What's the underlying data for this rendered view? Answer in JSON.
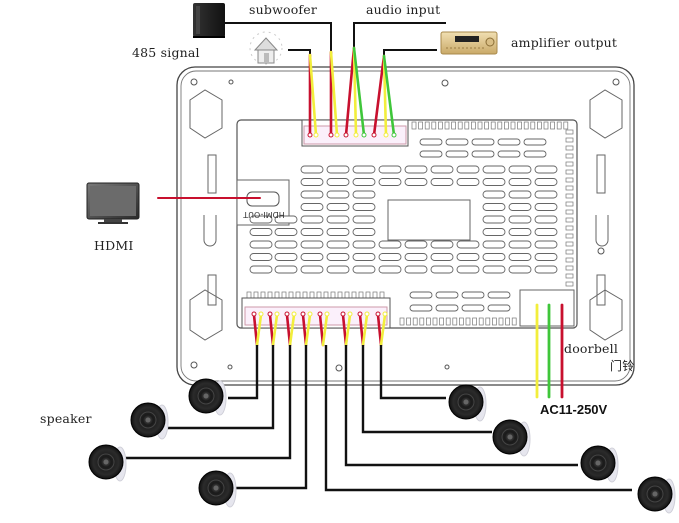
{
  "diagram": {
    "title": "Wall-mounted audio controller wiring diagram",
    "labels": {
      "subwoofer": "subwoofer",
      "audio_input": "audio input",
      "signal_485": "485 signal",
      "amplifier_output": "amplifier output",
      "hdmi": "HDMI",
      "hdmi_port": "HDMI-OUT",
      "doorbell": "doorbell",
      "doorbell_cn": "门铃",
      "power": "AC11-250V",
      "speaker": "speaker"
    },
    "devices": [
      {
        "id": "subwoofer",
        "icon": "subwoofer-icon"
      },
      {
        "id": "rs485",
        "icon": "smart-home-icon"
      },
      {
        "id": "amplifier",
        "icon": "amplifier-icon"
      },
      {
        "id": "tv",
        "icon": "tv-icon"
      }
    ],
    "top_connector_wires": [
      {
        "pair": "485 signal",
        "colors": [
          "red",
          "yellow"
        ]
      },
      {
        "pair": "subwoofer",
        "colors": [
          "red",
          "yellow"
        ]
      },
      {
        "pair": "audio input",
        "colors": [
          "red",
          "yellow",
          "green"
        ]
      },
      {
        "pair": "amplifier output",
        "colors": [
          "red",
          "yellow",
          "green"
        ]
      }
    ],
    "power_wires": [
      "yellow",
      "green",
      "red"
    ],
    "speaker_count": 8,
    "colors": {
      "red": "#c8102e",
      "yellow": "#f2ee3c",
      "green": "#3fc63a",
      "black": "#111111",
      "outline": "#555555"
    }
  }
}
